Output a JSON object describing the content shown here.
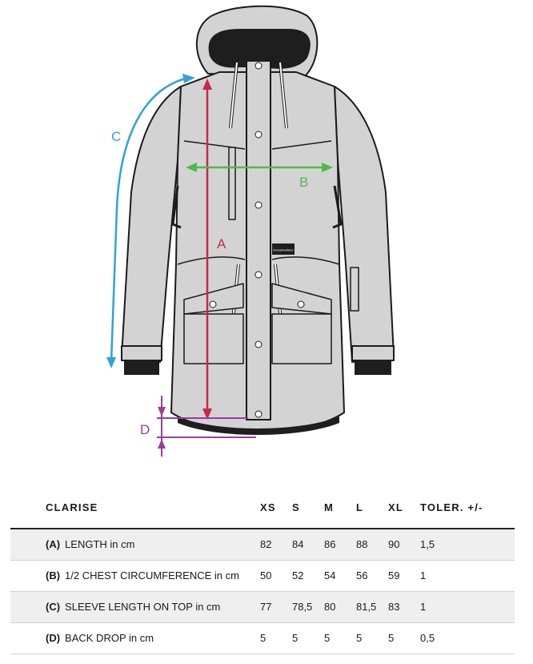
{
  "diagram": {
    "labels": {
      "a": "A",
      "b": "B",
      "c": "C",
      "d": "D"
    },
    "colors": {
      "a": "#c8284a",
      "b": "#52b84a",
      "c": "#2fa3d9",
      "d": "#9a3d9a",
      "jacket_fill": "#d3d3d3",
      "jacket_stroke": "#1b1b1b",
      "dark": "#1e1e1e"
    },
    "patch_label": "Horsefeathers"
  },
  "table": {
    "title": "CLARISE",
    "sizes": [
      "XS",
      "S",
      "M",
      "L",
      "XL"
    ],
    "tolerance_header": "TOLER. +/-",
    "rows": [
      {
        "code": "(A)",
        "label": "LENGTH in cm",
        "values": [
          "82",
          "84",
          "86",
          "88",
          "90"
        ],
        "tolerance": "1,5"
      },
      {
        "code": "(B)",
        "label": "1/2 CHEST CIRCUMFERENCE in cm",
        "values": [
          "50",
          "52",
          "54",
          "56",
          "59"
        ],
        "tolerance": "1"
      },
      {
        "code": "(C)",
        "label": "SLEEVE LENGTH ON TOP in cm",
        "values": [
          "77",
          "78,5",
          "80",
          "81,5",
          "83"
        ],
        "tolerance": "1"
      },
      {
        "code": "(D)",
        "label": "BACK DROP in cm",
        "values": [
          "5",
          "5",
          "5",
          "5",
          "5"
        ],
        "tolerance": "0,5"
      }
    ]
  }
}
